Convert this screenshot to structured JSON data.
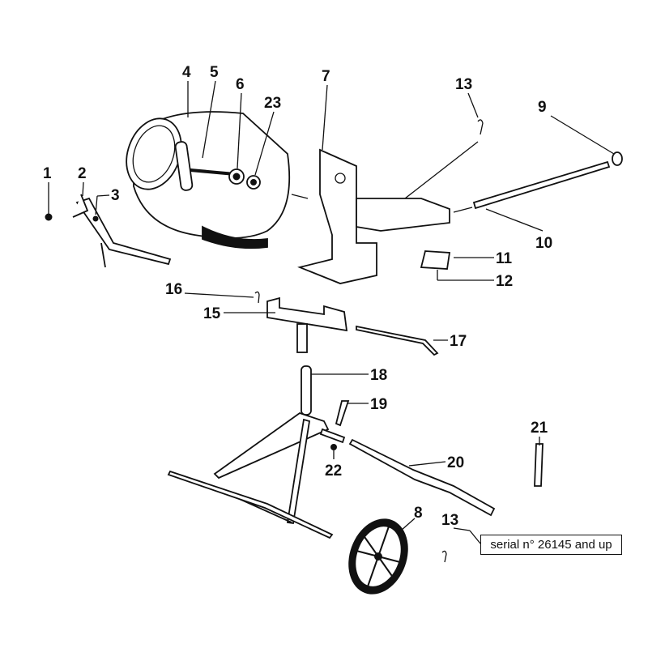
{
  "diagram": {
    "title": "Exploded parts diagram",
    "callouts": {
      "p1": "1",
      "p2": "2",
      "p3": "3",
      "p4": "4",
      "p5": "5",
      "p6": "6",
      "p23": "23",
      "p7": "7",
      "p13a": "13",
      "p9": "9",
      "p10": "10",
      "p11": "11",
      "p12": "12",
      "p16": "16",
      "p15": "15",
      "p17": "17",
      "p18": "18",
      "p19": "19",
      "p21": "21",
      "p20": "20",
      "p22": "22",
      "p8": "8",
      "p13b": "13"
    },
    "serial_note": "serial n° 26145 and up"
  }
}
